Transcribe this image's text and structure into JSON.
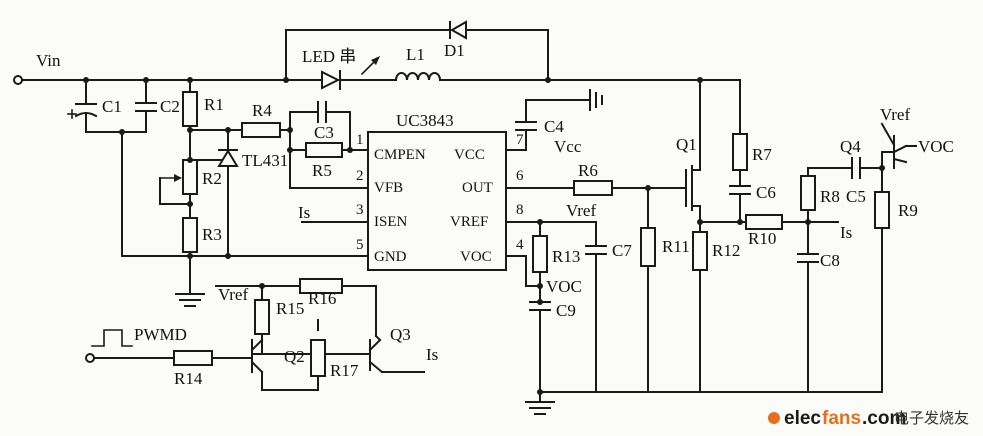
{
  "ic": {
    "name": "UC3843",
    "pins": [
      {
        "num": "1",
        "name": "CMPEN"
      },
      {
        "num": "2",
        "name": "VFB"
      },
      {
        "num": "3",
        "name": "ISEN"
      },
      {
        "num": "5",
        "name": "GND"
      },
      {
        "num": "7",
        "name": "VCC"
      },
      {
        "num": "6",
        "name": "OUT"
      },
      {
        "num": "8",
        "name": "VREF"
      },
      {
        "num": "4",
        "name": "VOC"
      }
    ]
  },
  "labels": {
    "vin": "Vin",
    "led": "LED 串",
    "l1": "L1",
    "d1": "D1",
    "c1": "C1",
    "c2": "C2",
    "r1": "R1",
    "r4": "R4",
    "c3": "C3",
    "r5": "R5",
    "tl431": "TL431",
    "r2": "R2",
    "r3": "R3",
    "c4": "C4",
    "vcc": "Vcc",
    "q1": "Q1",
    "r7": "R7",
    "c6": "C6",
    "r6": "R6",
    "vref1": "Vref",
    "is1": "Is",
    "r13": "R13",
    "c7": "C7",
    "r11": "R11",
    "r12": "R12",
    "r10": "R10",
    "is2": "Is",
    "c8": "C8",
    "voc1": "VOC",
    "c9": "C9",
    "q4": "Q4",
    "vref2": "Vref",
    "voc2": "VOC",
    "r8": "R8",
    "c5": "C5",
    "r9": "R9",
    "vref3": "Vref",
    "r15": "R15",
    "r16": "R16",
    "q3": "Q3",
    "pwmd": "PWMD",
    "r14": "R14",
    "q2": "Q2",
    "r17": "R17",
    "is3": "Is"
  },
  "watermark": {
    "site_a": "elec",
    "site_b": "fans",
    "site_c": ".com",
    "cn": "电子发烧友"
  },
  "colors": {
    "line": "#1a1a1a",
    "watermark_accent": "#e8701a"
  }
}
